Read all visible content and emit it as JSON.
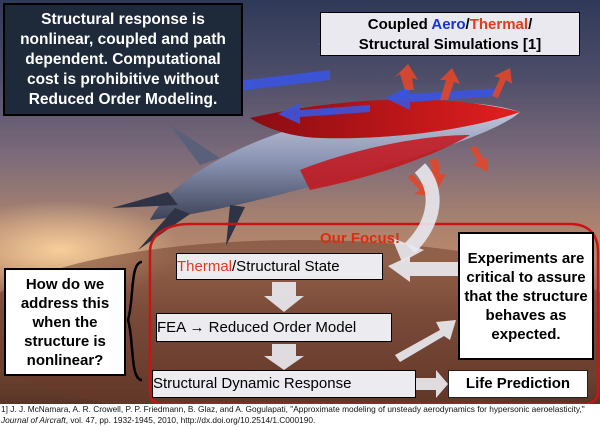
{
  "top_left_box": {
    "text": "Structural response is nonlinear, coupled and path dependent.  Computational cost is prohibitive without Reduced Order Modeling."
  },
  "top_right_box": {
    "word_coupled": "Coupled ",
    "word_aero": "Aero",
    "slash1": "/",
    "word_thermal": "Thermal",
    "slash2": "/",
    "line2": "Structural Simulations [1]"
  },
  "focus_label": "Our Focus!",
  "flow": {
    "thermal_part": "Thermal",
    "structural_state": "/Structural State",
    "fea": "FEA → Reduced Order Model",
    "sdr": "Structural Dynamic Response",
    "life": "Life Prediction"
  },
  "left_box": {
    "text": "How do we address this when the structure is nonlinear?"
  },
  "right_box": {
    "text": "Experiments are critical to assure that the structure behaves as expected."
  },
  "citation": {
    "pre": "1] J. J. McNamara, A. R. Crowell, P. P. Friedmann, B. Glaz, and A. Gogulapati, \"Approximate modeling of unsteady aerodynamics for hypersonic aeroelasticity,\" ",
    "journal": "Journal of Aircraft",
    "post": ", vol. 47, pp. 1932-1945, 2010, http://dx.doi.org/10.2514/1.C000190."
  },
  "colors": {
    "aero": "#1633d6",
    "thermal": "#e23a1c",
    "focus_outline": "#c81414"
  }
}
